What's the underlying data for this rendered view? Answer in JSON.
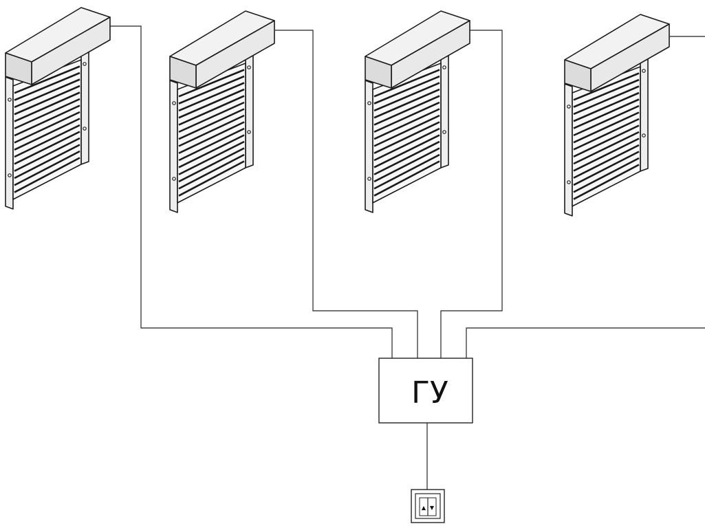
{
  "controller": {
    "label": "ГУ"
  },
  "shutters": [
    {
      "id": "shutter-1"
    },
    {
      "id": "shutter-2"
    },
    {
      "id": "shutter-3"
    },
    {
      "id": "shutter-4"
    }
  ],
  "switch": {
    "up_glyph": "▲",
    "down_glyph": "▼"
  },
  "colors": {
    "line": "#1a1a1a",
    "box_top": "#f2f2f2",
    "box_front": "#e9e9e9",
    "box_side": "#dcdcdc",
    "curtain": "#f7f7f7",
    "rail": "#eeeeee"
  }
}
